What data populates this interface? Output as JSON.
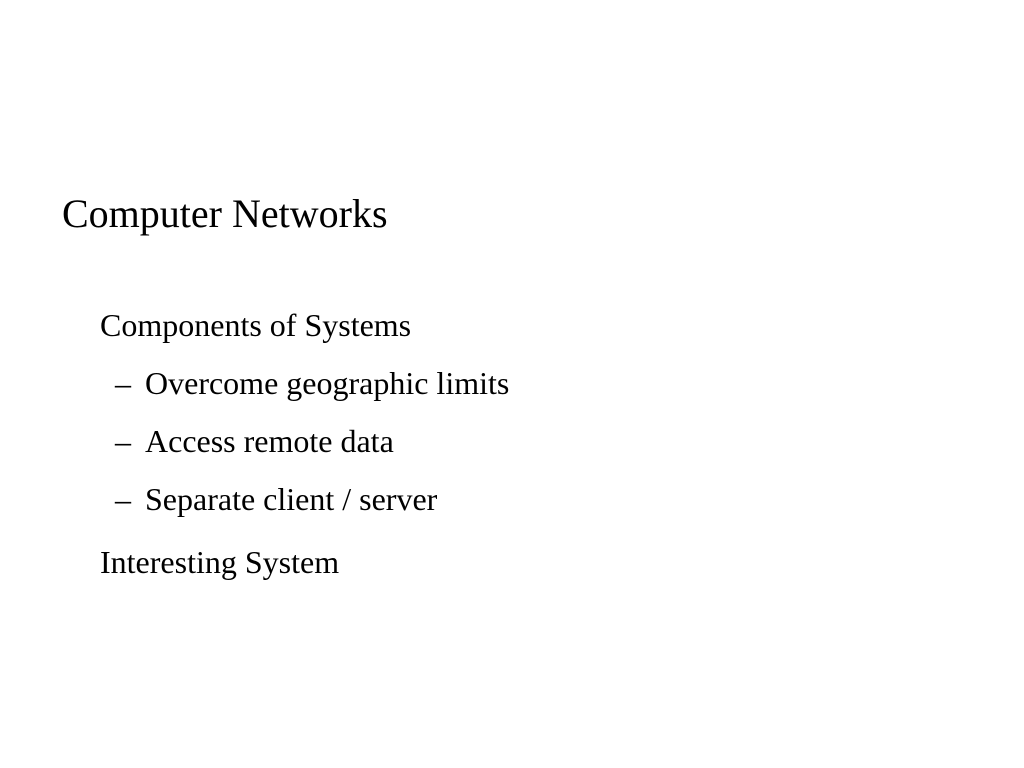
{
  "slide": {
    "title": "Computer Networks",
    "items": [
      {
        "level": 1,
        "text": "Components of Systems"
      },
      {
        "level": 2,
        "marker": "–",
        "text": "Overcome geographic limits"
      },
      {
        "level": 2,
        "marker": "–",
        "text": "Access remote data"
      },
      {
        "level": 2,
        "marker": "–",
        "text": "Separate client / server"
      },
      {
        "level": 1,
        "text": "Interesting System"
      }
    ]
  }
}
